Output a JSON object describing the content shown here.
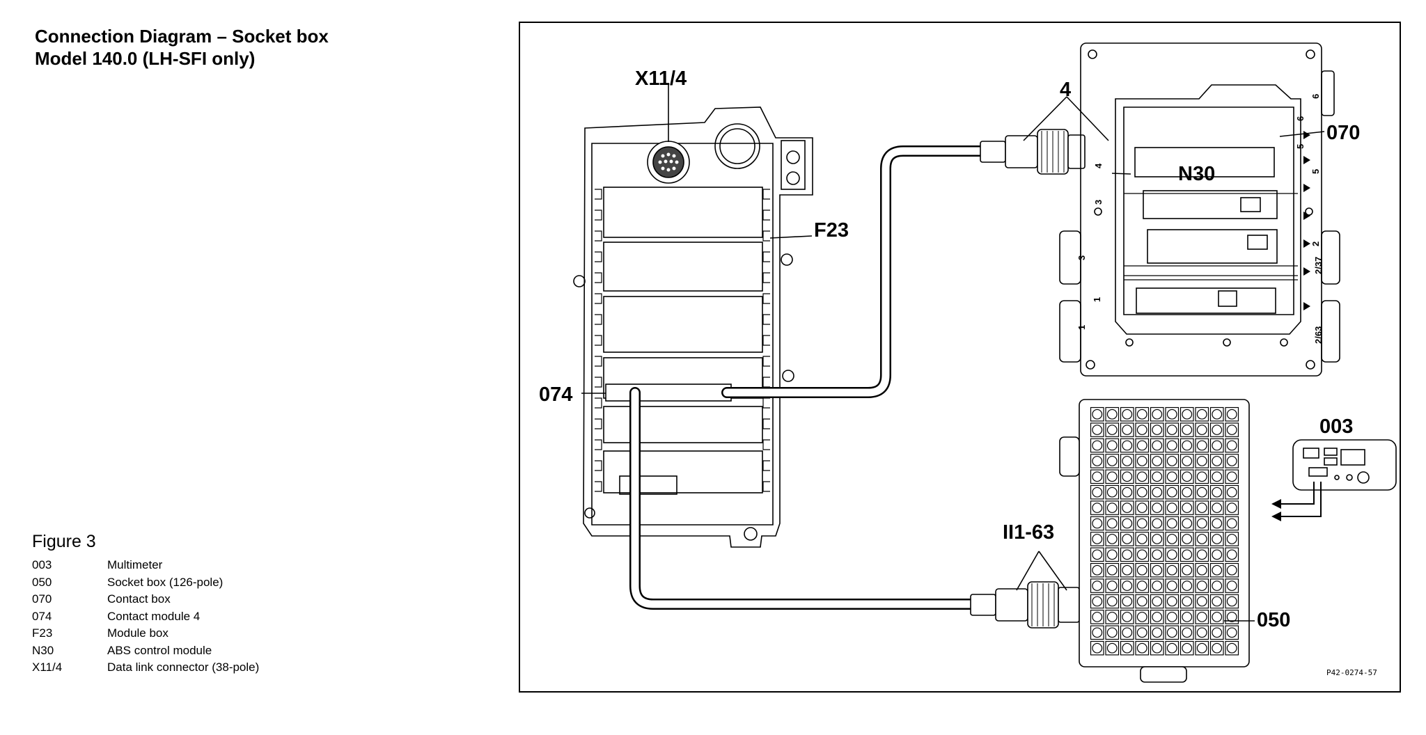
{
  "title": {
    "line1": "Connection Diagram – Socket box",
    "line2": "Model 140.0 (LH-SFI only)"
  },
  "figure_caption": "Figure 3",
  "legend": [
    {
      "code": "003",
      "desc": "Multimeter"
    },
    {
      "code": "050",
      "desc": "Socket box (126-pole)"
    },
    {
      "code": "070",
      "desc": "Contact box"
    },
    {
      "code": "074",
      "desc": "Contact module 4"
    },
    {
      "code": "F23",
      "desc": "Module box"
    },
    {
      "code": "N30",
      "desc": "ABS control module"
    },
    {
      "code": "X11/4",
      "desc": "Data link connector (38-pole)"
    }
  ],
  "diagram_labels": {
    "x11_4": "X11/4",
    "f23": "F23",
    "l074": "074",
    "cable_4": "4",
    "l070": "070",
    "n30": "N30",
    "l003": "003",
    "cable_ii": "II1-63",
    "l050": "050",
    "reference": "P42-0274-57"
  },
  "contact_box_marks": {
    "left": [
      "4",
      "3",
      "3",
      "1",
      "1"
    ],
    "right": [
      "6",
      "6",
      "5",
      "5",
      "2",
      "2/37",
      "2/63"
    ]
  }
}
